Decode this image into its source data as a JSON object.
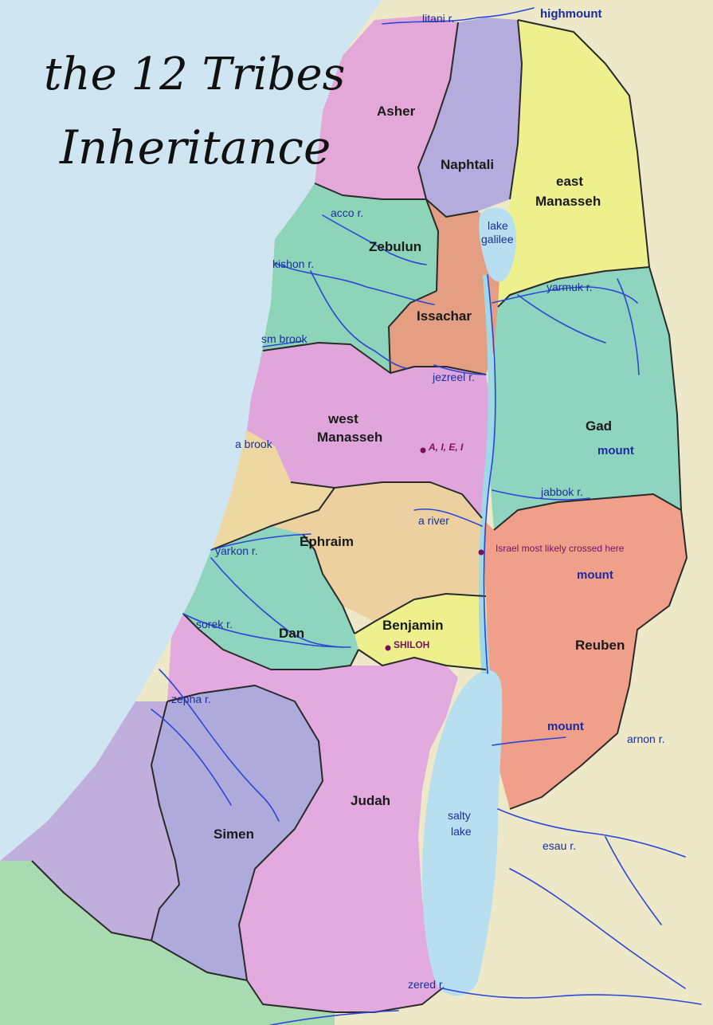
{
  "title": {
    "line1": "the 12 Tribes",
    "line2": "Inheritance"
  },
  "tribes": {
    "asher": "Asher",
    "naphtali": "Naphtali",
    "east_manasseh_1": "east",
    "east_manasseh_2": "Manasseh",
    "zebulun": "Zebulun",
    "issachar": "Issachar",
    "west_manasseh_1": "west",
    "west_manasseh_2": "Manasseh",
    "gad": "Gad",
    "ephraim": "Ephraim",
    "benjamin": "Benjamin",
    "dan": "Dan",
    "reuben": "Reuben",
    "simen": "Simen",
    "judah": "Judah"
  },
  "rivers": {
    "litani": "litani r.",
    "acco": "acco r.",
    "kishon": "kishon r.",
    "sm_brook": "sm brook",
    "yarmuk": "yarmuk r.",
    "jezreel": "jezreel r.",
    "a_brook": "a brook",
    "jabbok": "jabbok r.",
    "a_river": "a river",
    "yarkon": "yarkon r.",
    "sorek": "sorek r.",
    "zepha": "zepha r.",
    "arnon": "arnon r.",
    "esau": "esau r.",
    "zered": "zered r."
  },
  "mounts": {
    "highmount": "highmount",
    "gad_mount": "mount",
    "reuben_mount_1": "mount",
    "reuben_mount_2": "mount"
  },
  "waters": {
    "galilee_1": "lake",
    "galilee_2": "galilee",
    "salty_1": "salty",
    "salty_2": "lake"
  },
  "sites": {
    "aiei": "A, I, E, I",
    "crossing": "Israel most likely crossed here",
    "shiloh": "SHILOH"
  },
  "colors": {
    "sea": "#cfe6f2",
    "land": "#ece8c8",
    "asher": "#e4a8d8",
    "naphtali": "#b4acdc",
    "east_manasseh": "#eef08e",
    "zebulun": "#8ed4b8",
    "issachar": "#e49e82",
    "west_manasseh": "#e0a6dc",
    "gad": "#8ed4be",
    "ephraim": "#ecd0a0",
    "benjamin": "#eef08e",
    "dan": "#8ed4be",
    "reuben": "#f0a08a",
    "simen": "#aeaadc",
    "judah": "#e2aade",
    "lake": "#b8dff0",
    "river": "#2c46d6"
  }
}
